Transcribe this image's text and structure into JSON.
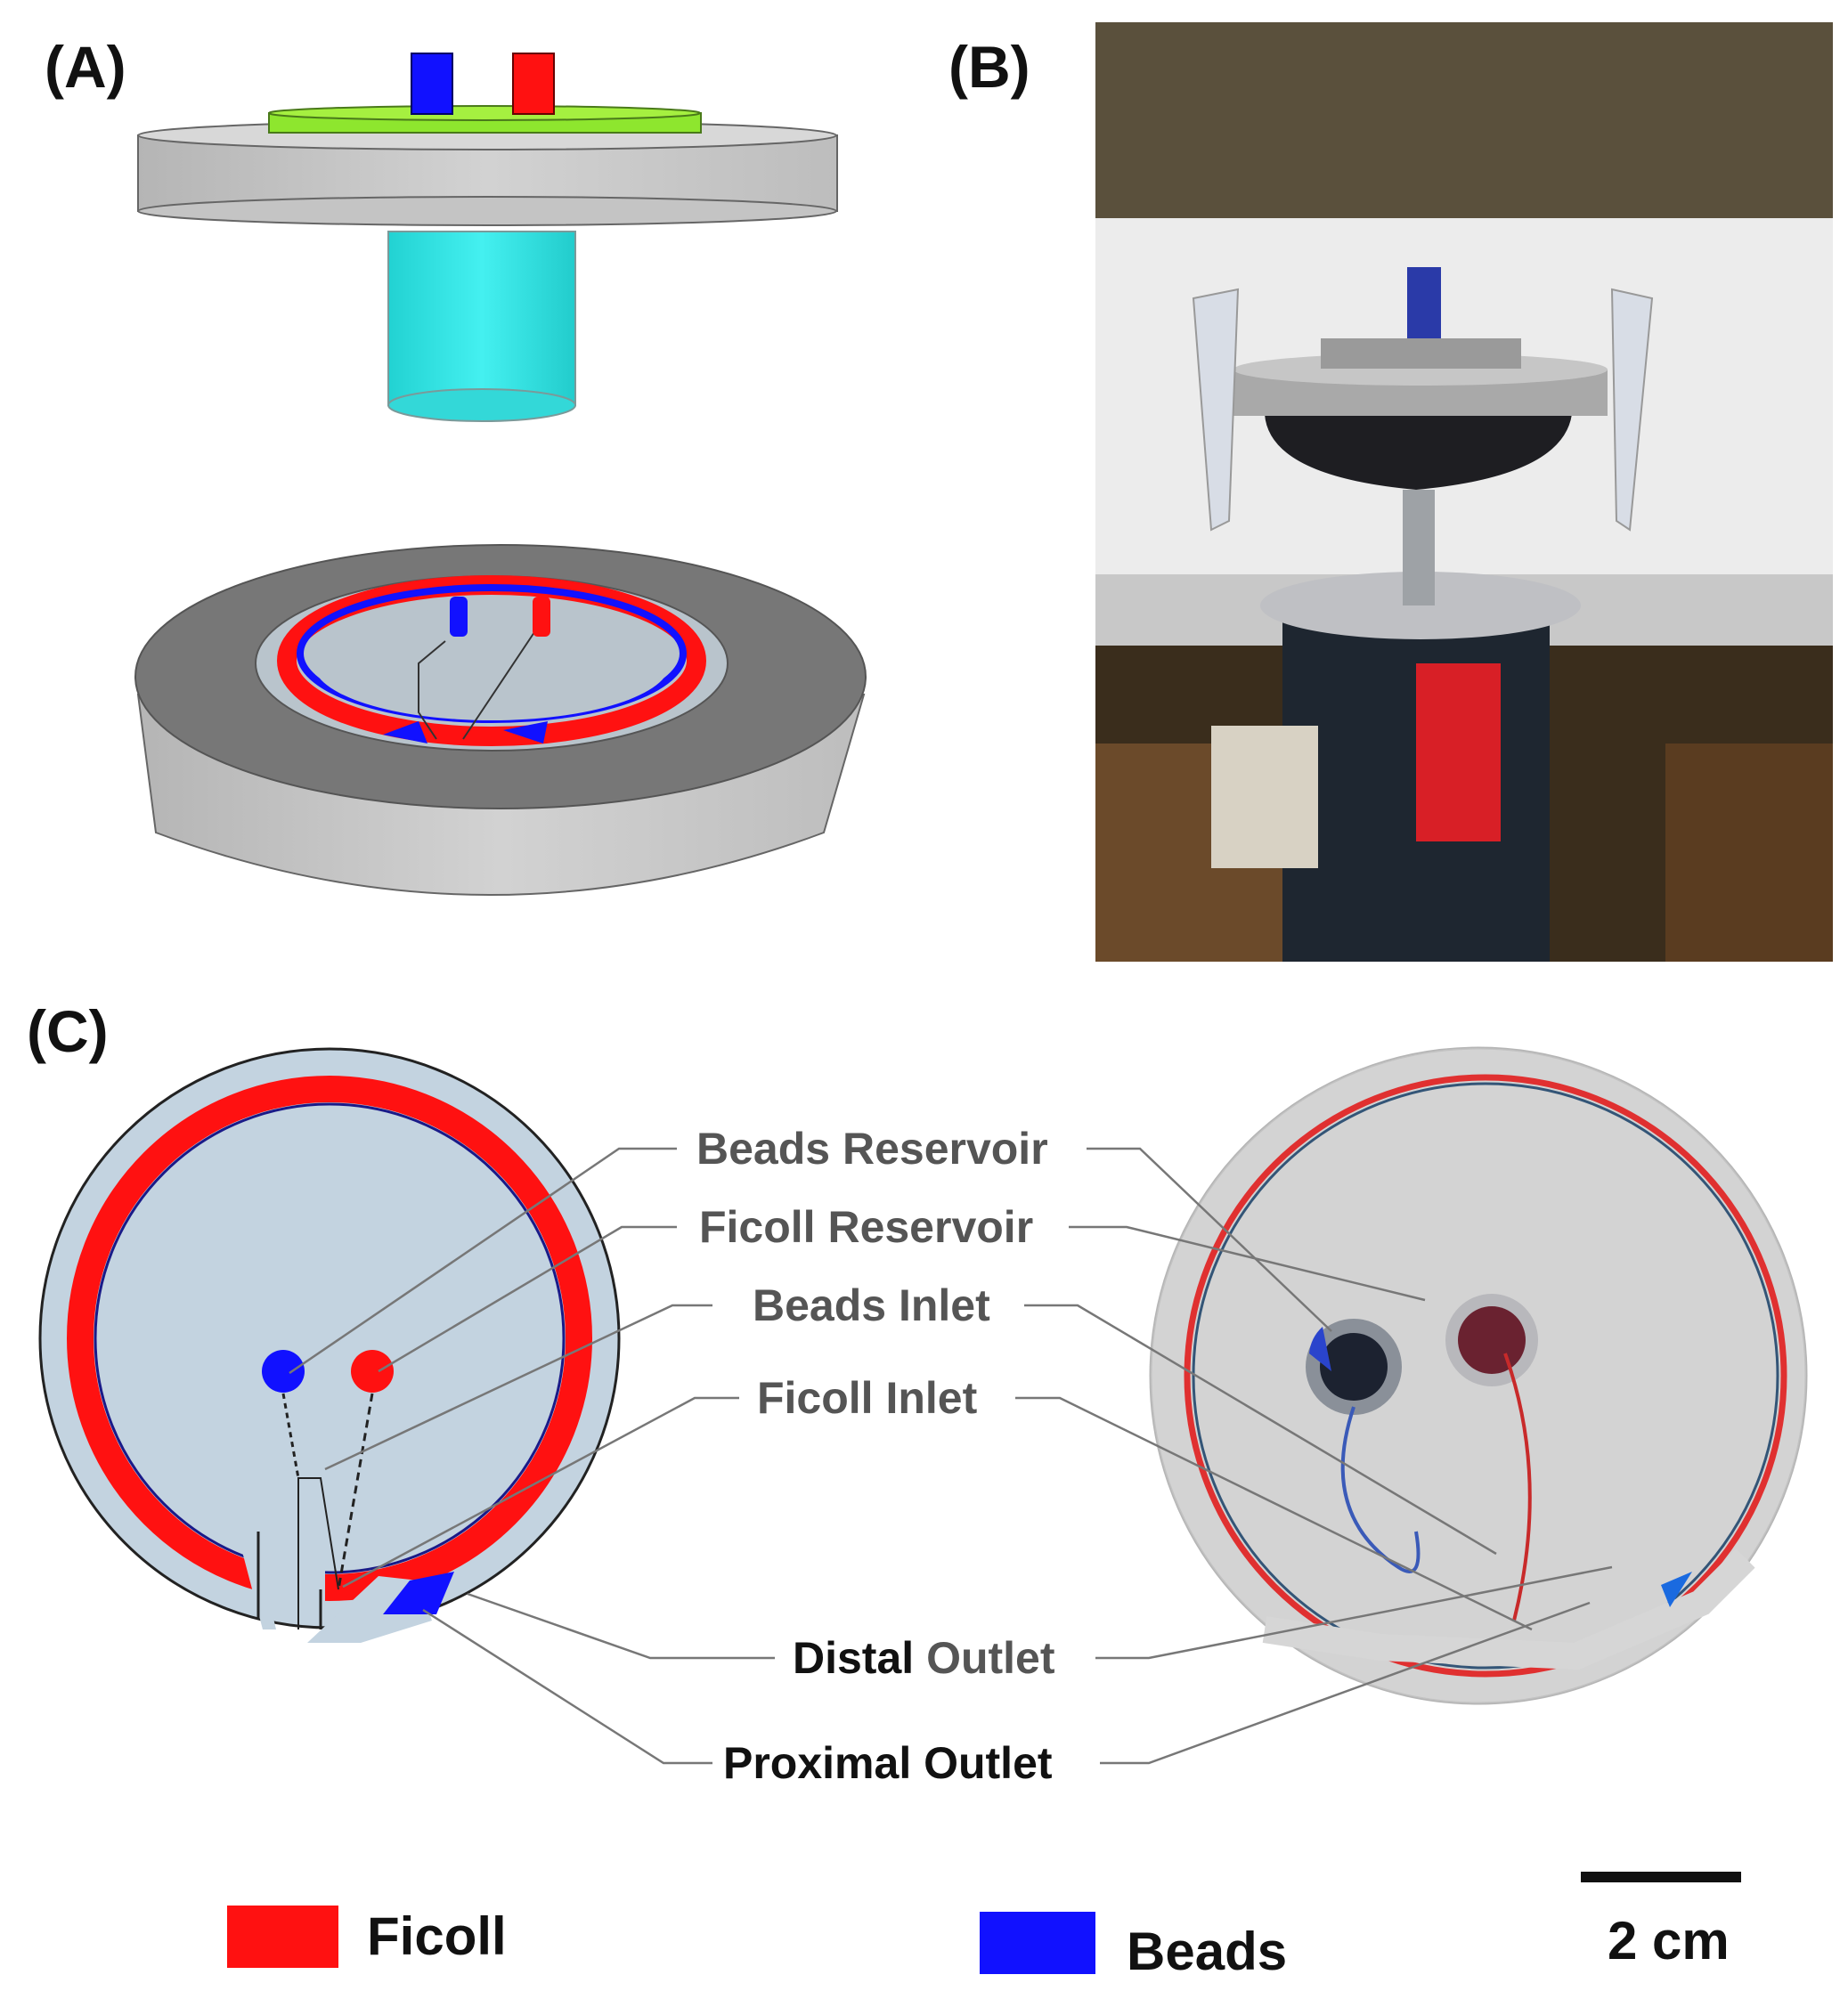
{
  "panels": {
    "a_label": "(A)",
    "b_label": "(B)",
    "c_label": "(C)"
  },
  "callouts": {
    "beads_reservoir": "Beads Reservoir",
    "ficoll_reservoir": "Ficoll Reservoir",
    "beads_inlet": "Beads Inlet",
    "ficoll_inlet": "Ficoll Inlet",
    "distal_bold": "Distal",
    "distal_rest": " Outlet",
    "proximal_outlet": "Proximal Outlet"
  },
  "legend": {
    "ficoll": "Ficoll",
    "beads": "Beads",
    "scale": "2 cm"
  },
  "colors": {
    "ficoll": "#ff1111",
    "beads": "#1111ff",
    "lid": "#8ee62e",
    "shaft": "#33e0e0",
    "disk": "#c8c8c8",
    "channel_bg": "#c3d3e0"
  }
}
